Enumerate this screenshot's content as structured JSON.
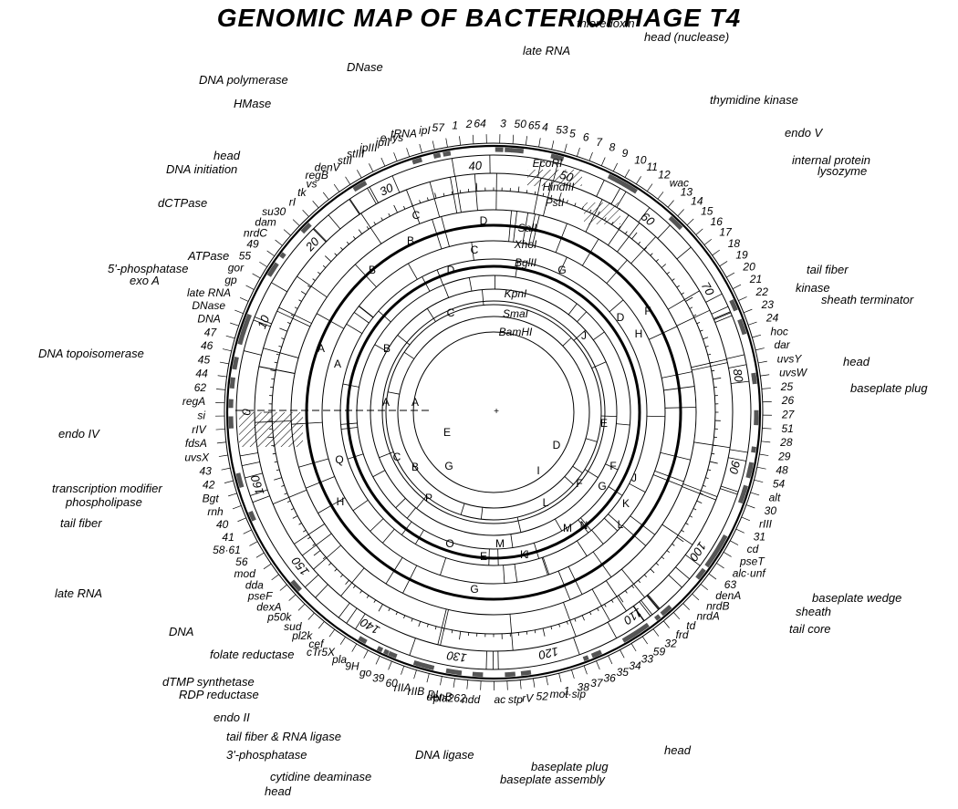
{
  "title": "GENOMIC MAP OF BACTERIOPHAGE T4",
  "coordinates": [
    "0",
    "10",
    "20",
    "30",
    "40",
    "50",
    "60",
    "70",
    "80",
    "90",
    "100",
    "110",
    "120",
    "130",
    "140",
    "150",
    "160"
  ],
  "enzymes": [
    "EcoRI",
    "HindIII",
    "PstI",
    "SalI",
    "XhoI",
    "BglII",
    "KpnI",
    "SmaI",
    "BamHI"
  ],
  "fragments": {
    "salI": [
      "A",
      "B",
      "C",
      "D",
      "G",
      "H",
      "I",
      "J",
      "K",
      "L",
      "M",
      "N",
      "O",
      "P",
      "Q"
    ],
    "xhoI": [
      "A",
      "B",
      "C",
      "D",
      "E",
      "F",
      "G",
      "H",
      "I",
      "J",
      "K",
      "L",
      "M"
    ],
    "bglII": [
      "A",
      "B",
      "C",
      "D",
      "E",
      "F",
      "G"
    ],
    "kpnI": [
      "A",
      "B",
      "C",
      "D",
      "E",
      "F",
      "G"
    ]
  },
  "genes": [
    "regA",
    "62",
    "44",
    "45",
    "46",
    "47",
    "DNA",
    "DNase",
    "late RNA",
    "gp",
    "gor",
    "55",
    "49",
    "nrdC",
    "dam",
    "su30",
    "rI",
    "tk",
    "vs",
    "regB",
    "denV",
    "stII",
    "stIII",
    "ipIII",
    "ipII",
    "e·lys",
    "tRNA",
    "ipI",
    "57",
    "1",
    "2",
    "64",
    "3",
    "50",
    "65",
    "4",
    "53",
    "5",
    "6",
    "7",
    "8",
    "9",
    "10",
    "11",
    "12",
    "wac",
    "13",
    "14",
    "15",
    "16",
    "17",
    "18",
    "19",
    "20",
    "21",
    "22",
    "23",
    "24",
    "hoc",
    "dar",
    "uvsY",
    "uvsW",
    "25",
    "26",
    "27",
    "51",
    "28",
    "29",
    "48",
    "54",
    "alt",
    "30",
    "rIII",
    "31",
    "cd",
    "pseT",
    "alc·unf",
    "63",
    "denA",
    "nrdB",
    "nrdA",
    "td",
    "frd",
    "32",
    "59",
    "33",
    "34",
    "35",
    "36",
    "37",
    "38",
    "1",
    "mot·sip",
    "52",
    "rV",
    "stp",
    "ac",
    "ndd",
    "pla262",
    "denB",
    "DI",
    "rIIB",
    "rIIA",
    "60",
    "39",
    "go",
    "9H",
    "pla",
    "cTr5X",
    "cef",
    "pl2k",
    "sud",
    "p50k",
    "dexA",
    "pseF",
    "dda",
    "mod",
    "56",
    "58·61",
    "41",
    "40",
    "rnh",
    "Bgt",
    "42",
    "43",
    "uvsX",
    "fdsA",
    "rIV",
    "si"
  ],
  "functions": [
    "DNA polymerase",
    "HMase",
    "head",
    "DNA initiation",
    "dCTPase",
    "ATPase",
    "5'-phosphatase",
    "exo A",
    "DNA topoisomerase",
    "endo IV",
    "transcription modifier",
    "phospholipase",
    "tail fiber",
    "late RNA",
    "DNA",
    "folate reductase",
    "dTMP synthetase",
    "RDP reductase",
    "endo II",
    "tail fiber & RNA ligase",
    "3'-phosphatase",
    "cytidine deaminase",
    "head",
    "DNA ligase",
    "baseplate assembly",
    "baseplate plug",
    "head",
    "tail core",
    "sheath",
    "baseplate wedge",
    "baseplate plug",
    "head",
    "sheath terminator",
    "kinase",
    "tail fiber",
    "lysozyme",
    "internal protein",
    "endo V",
    "thymidine kinase",
    "thioredoxin",
    "head (nuclease)",
    "late RNA",
    "DNase"
  ]
}
